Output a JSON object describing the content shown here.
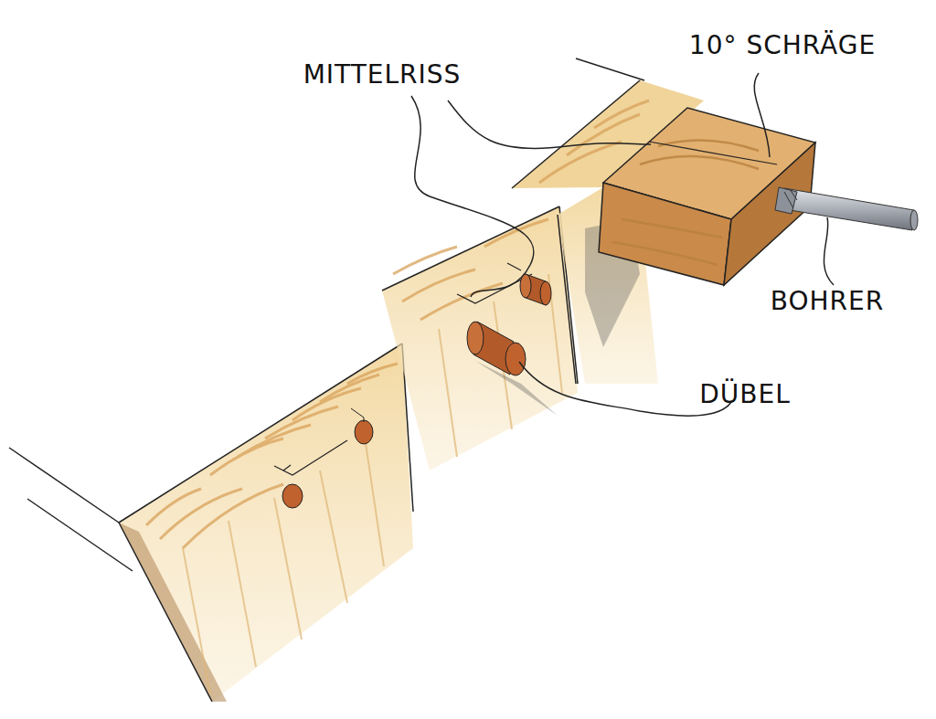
{
  "diagram": {
    "labels": [
      "MITTELRISS",
      "10° SCHRÄGE",
      "BOHRER",
      "DÜBEL"
    ]
  }
}
